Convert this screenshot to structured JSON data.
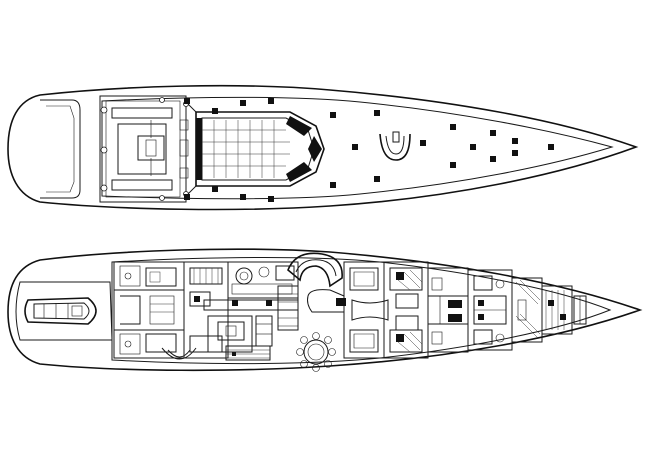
{
  "drawing": {
    "views": [
      {
        "id": "deck-plan",
        "name": "deck-plan"
      },
      {
        "id": "accommodation-plan",
        "name": "accommodation-plan"
      }
    ],
    "colors": {
      "line": "#1a1a1a",
      "fill": "#111111",
      "background": "#ffffff"
    }
  }
}
